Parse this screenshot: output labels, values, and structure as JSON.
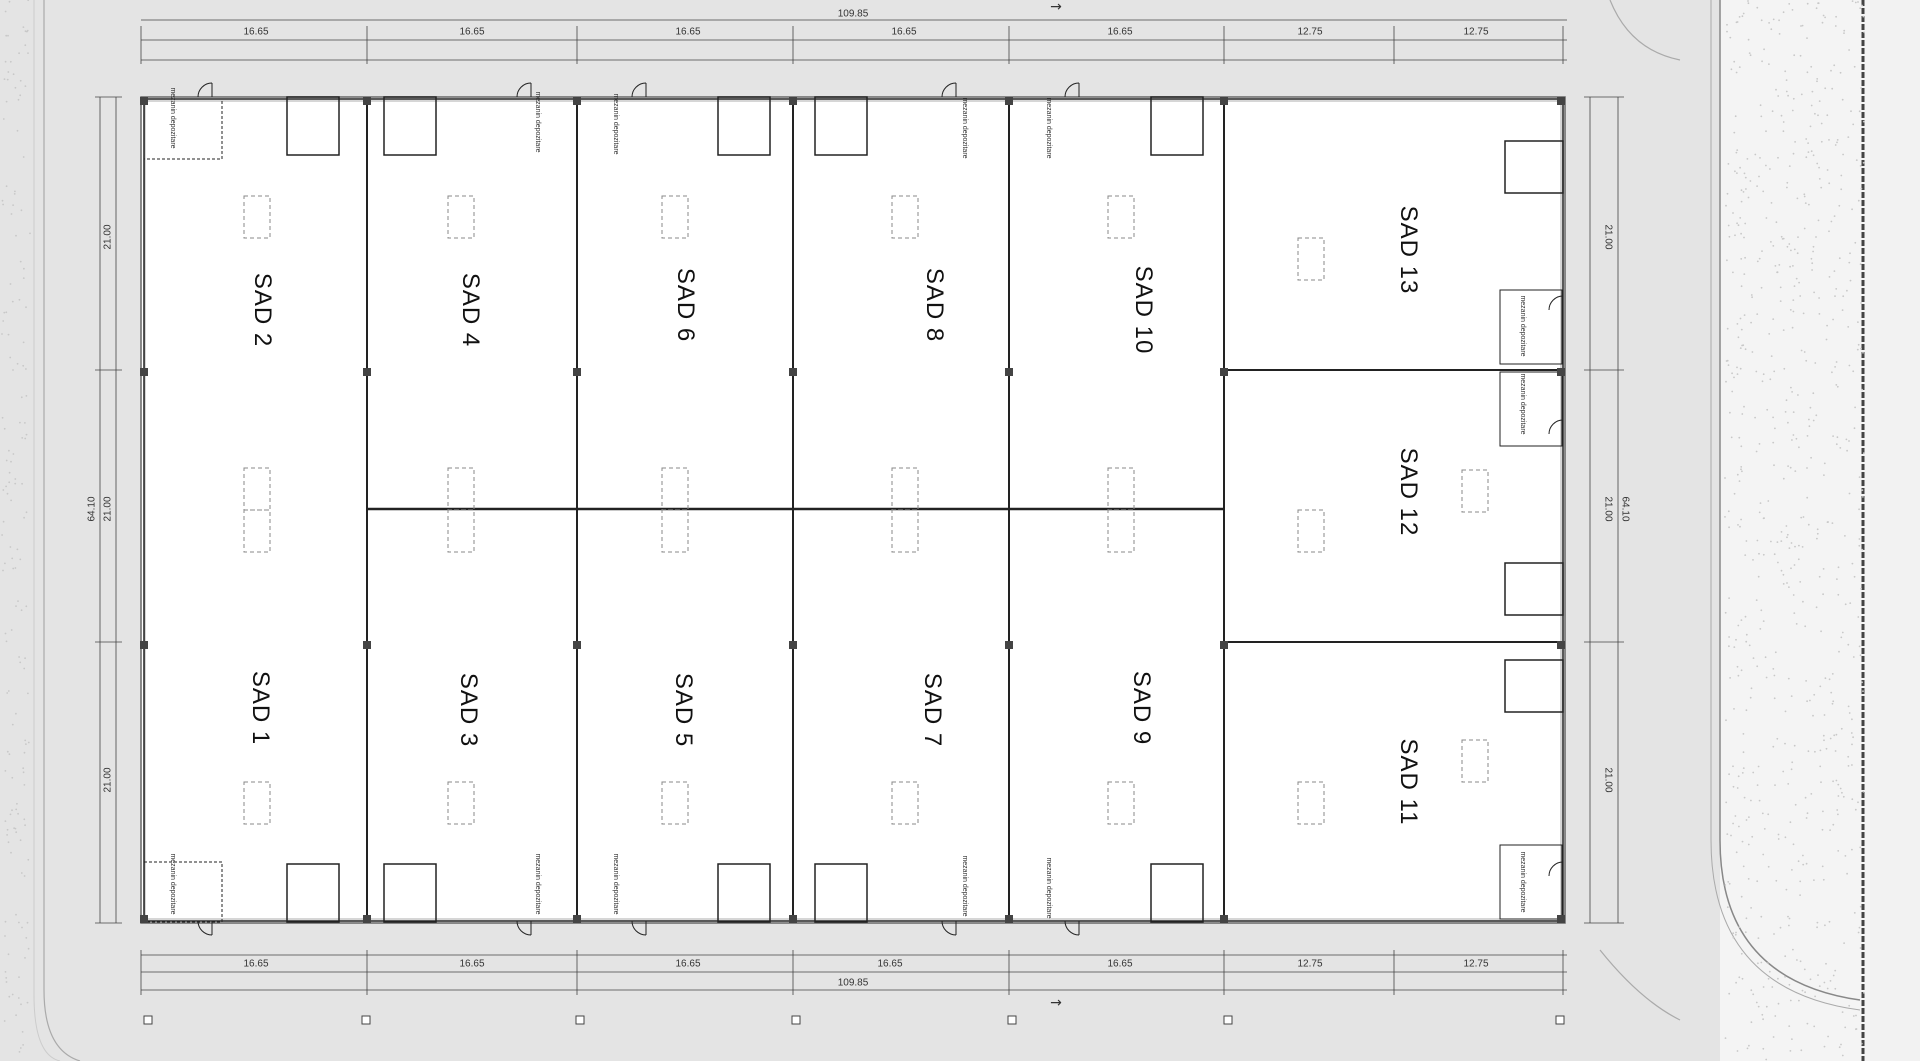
{
  "units": [
    {
      "id": "sad2",
      "label": "SAD 2"
    },
    {
      "id": "sad4",
      "label": "SAD 4"
    },
    {
      "id": "sad6",
      "label": "SAD 6"
    },
    {
      "id": "sad8",
      "label": "SAD 8"
    },
    {
      "id": "sad10",
      "label": "SAD 10"
    },
    {
      "id": "sad1",
      "label": "SAD 1"
    },
    {
      "id": "sad3",
      "label": "SAD 3"
    },
    {
      "id": "sad5",
      "label": "SAD 5"
    },
    {
      "id": "sad7",
      "label": "SAD 7"
    },
    {
      "id": "sad9",
      "label": "SAD 9"
    },
    {
      "id": "sad13",
      "label": "SAD 13"
    },
    {
      "id": "sad12",
      "label": "SAD 12"
    },
    {
      "id": "sad11",
      "label": "SAD 11"
    }
  ],
  "dimensions": {
    "total_width": "109.85",
    "bay_width": "16.65",
    "east_bay_width": "12.75",
    "total_depth": "64.10",
    "section_depth": "21.00"
  },
  "mezzanine_label": "mezanin depozitare",
  "colors": {
    "background": "#e4e4e4",
    "building_fill": "#ffffff",
    "wall": "#222222",
    "landscape_strip": "#f4f4f4"
  }
}
